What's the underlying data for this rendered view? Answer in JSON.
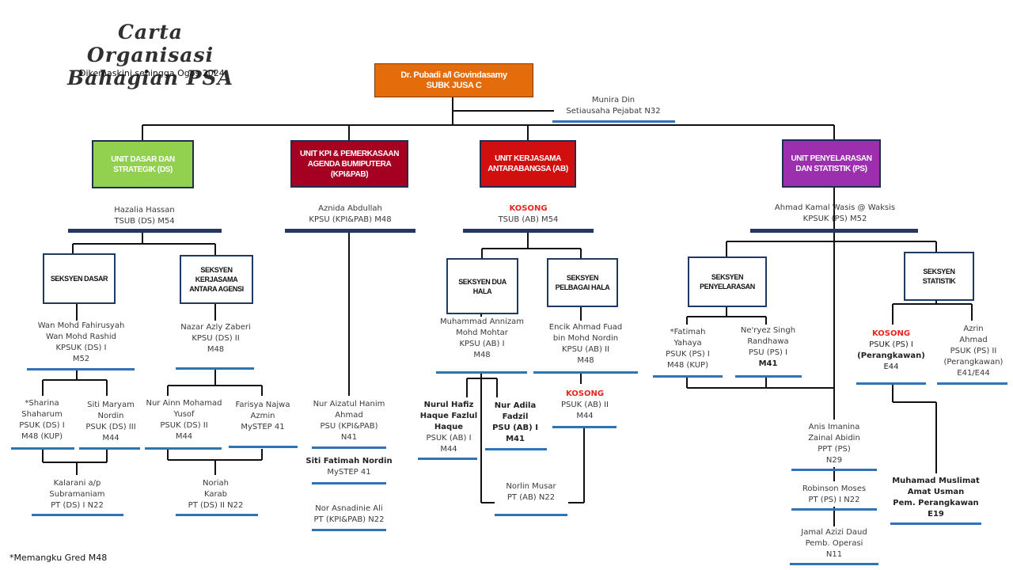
{
  "header": {
    "title_line1": "Carta Organisasi",
    "title_line2": "Bahagian PSA",
    "updated": "Dikemaskini sehingga Ogos 2024"
  },
  "footnote": "*Memangku Gred M48",
  "colors": {
    "orange": "#e46c0a",
    "green": "#92d050",
    "crimson": "#a50021",
    "red": "#d20f0f",
    "purple": "#9b2fae",
    "navy": "#1f3864",
    "blue": "#2e74b5"
  },
  "top": {
    "name": "Dr. Pubadi a/l Govindasamy",
    "post": "SUBK JUSA C",
    "secretary": {
      "name": "Munira Din",
      "post": "Setiausaha Pejabat N32"
    }
  },
  "units": {
    "ds": {
      "label": "UNIT DASAR DAN STRATEGIK (DS)",
      "head": {
        "name": "Hazalia Hassan",
        "post": "TSUB (DS) M54"
      },
      "sek1": {
        "label": "SEKSYEN DASAR",
        "head": {
          "l1": "Wan Mohd Fahirusyah",
          "l2": "Wan Mohd Rashid",
          "l3": "KPSUK (DS) I",
          "l4": "M52"
        },
        "s1": {
          "l1": "*Sharina",
          "l2": "Shaharum",
          "l3": "PSUK (DS) I",
          "l4": "M48 (KUP)"
        },
        "s2": {
          "l1": "Siti Maryam",
          "l2": "Nordin",
          "l3": "PSUK (DS) III",
          "l4": "M44"
        },
        "s3": {
          "l1": "Kalarani a/p",
          "l2": "Subramaniam",
          "l3": "PT (DS) I N22"
        }
      },
      "sek2": {
        "label": "SEKSYEN KERJASAMA ANTARA AGENSI",
        "head": {
          "l1": "Nazar Azly Zaberi",
          "l2": "KPSU (DS) II",
          "l3": "M48"
        },
        "s1": {
          "l1": "Nur Ainn Mohamad",
          "l2": "Yusof",
          "l3": "PSUK (DS) II",
          "l4": "M44"
        },
        "s2": {
          "l1": "Farisya Najwa",
          "l2": "Azmin",
          "l3": "MySTEP 41"
        },
        "s3": {
          "l1": "Noriah",
          "l2": "Karab",
          "l3": "PT (DS) II  N22"
        }
      }
    },
    "kpi": {
      "label": "UNIT KPI & PEMERKASAAN AGENDA BUMIPUTERA (KPI&PAB)",
      "head": {
        "name": "Aznida Abdullah",
        "post": "KPSU (KPI&PAB) M48"
      },
      "s1": {
        "l1": "Nur Aizatul Hanim",
        "l2": "Ahmad",
        "l3": "PSU (KPI&PAB)",
        "l4": "N41"
      },
      "s2": {
        "l1": "Siti Fatimah Nordin",
        "l2": "MySTEP 41"
      },
      "s3": {
        "l1": "Nor Asnadinie Ali",
        "l2": "PT (KPI&PAB) N22"
      }
    },
    "ab": {
      "label": "UNIT KERJASAMA ANTARABANGSA (AB)",
      "head": {
        "name": "KOSONG",
        "post": "TSUB (AB) M54"
      },
      "sek1": {
        "label": "SEKSYEN DUA HALA",
        "head": {
          "l1": "Muhammad Annizam",
          "l2": "Mohd   Mohtar",
          "l3": "KPSU (AB) I",
          "l4": "M48"
        },
        "s1": {
          "l1": "Nurul Hafiz",
          "l2": "Haque Fazlul",
          "l3": "Haque",
          "l4": "PSUK (AB) I",
          "l5": "M44"
        },
        "s2": {
          "l1": "Nur Adila",
          "l2": "Fadzil",
          "l3": "PSU (AB) I",
          "l4": "M41"
        }
      },
      "sek2": {
        "label": "SEKSYEN PELBAGAI HALA",
        "head": {
          "l1": "Encik Ahmad Fuad",
          "l2": "bin Mohd Nordin",
          "l3": "KPSU (AB) II",
          "l4": "M48"
        },
        "s1": {
          "l1": "KOSONG",
          "l2": "PSUK (AB) II",
          "l3": "M44"
        },
        "s2": {
          "l1": "Norlin Musar",
          "l2": "PT (AB) N22"
        }
      }
    },
    "ps": {
      "label": "UNIT PENYELARASAN DAN STATISTIK (PS)",
      "head": {
        "name": "Ahmad Kamal Wasis @ Waksis",
        "post": "KPSUK (PS) M52"
      },
      "sek1": {
        "label": "SEKSYEN PENYELARASAN",
        "s1": {
          "l1": "*Fatimah",
          "l2": "Yahaya",
          "l3": "PSUK (PS) I",
          "l4": "M48 (KUP)"
        },
        "s2": {
          "l1": "Ne'ryez Singh",
          "l2": "Randhawa",
          "l3": "PSU (PS) I",
          "l4": "M41"
        }
      },
      "sek2": {
        "label": "SEKSYEN STATISTIK",
        "s1": {
          "l1": "KOSONG",
          "l2": "PSUK (PS) I",
          "l3": "(Perangkawan)",
          "l4": "E44"
        },
        "s2": {
          "l1": "Azrin",
          "l2": "Ahmad",
          "l3": "PSUK (PS) II",
          "l4": "(Perangkawan)",
          "l5": "E41/E44"
        }
      },
      "c1": {
        "l1": "Anis Imanina",
        "l2": "Zainal Abidin",
        "l3": "PPT (PS)",
        "l4": "N29"
      },
      "c2": {
        "l1": "Robinson Moses",
        "l2": "PT (PS) I N22"
      },
      "c3": {
        "l1": "Jamal Azizi Daud",
        "l2": "Pemb. Operasi",
        "l3": "N11"
      },
      "c4": {
        "l1": "Muhamad Muslimat",
        "l2": "Amat Usman",
        "l3": "Pem. Perangkawan",
        "l4": "E19"
      }
    }
  }
}
